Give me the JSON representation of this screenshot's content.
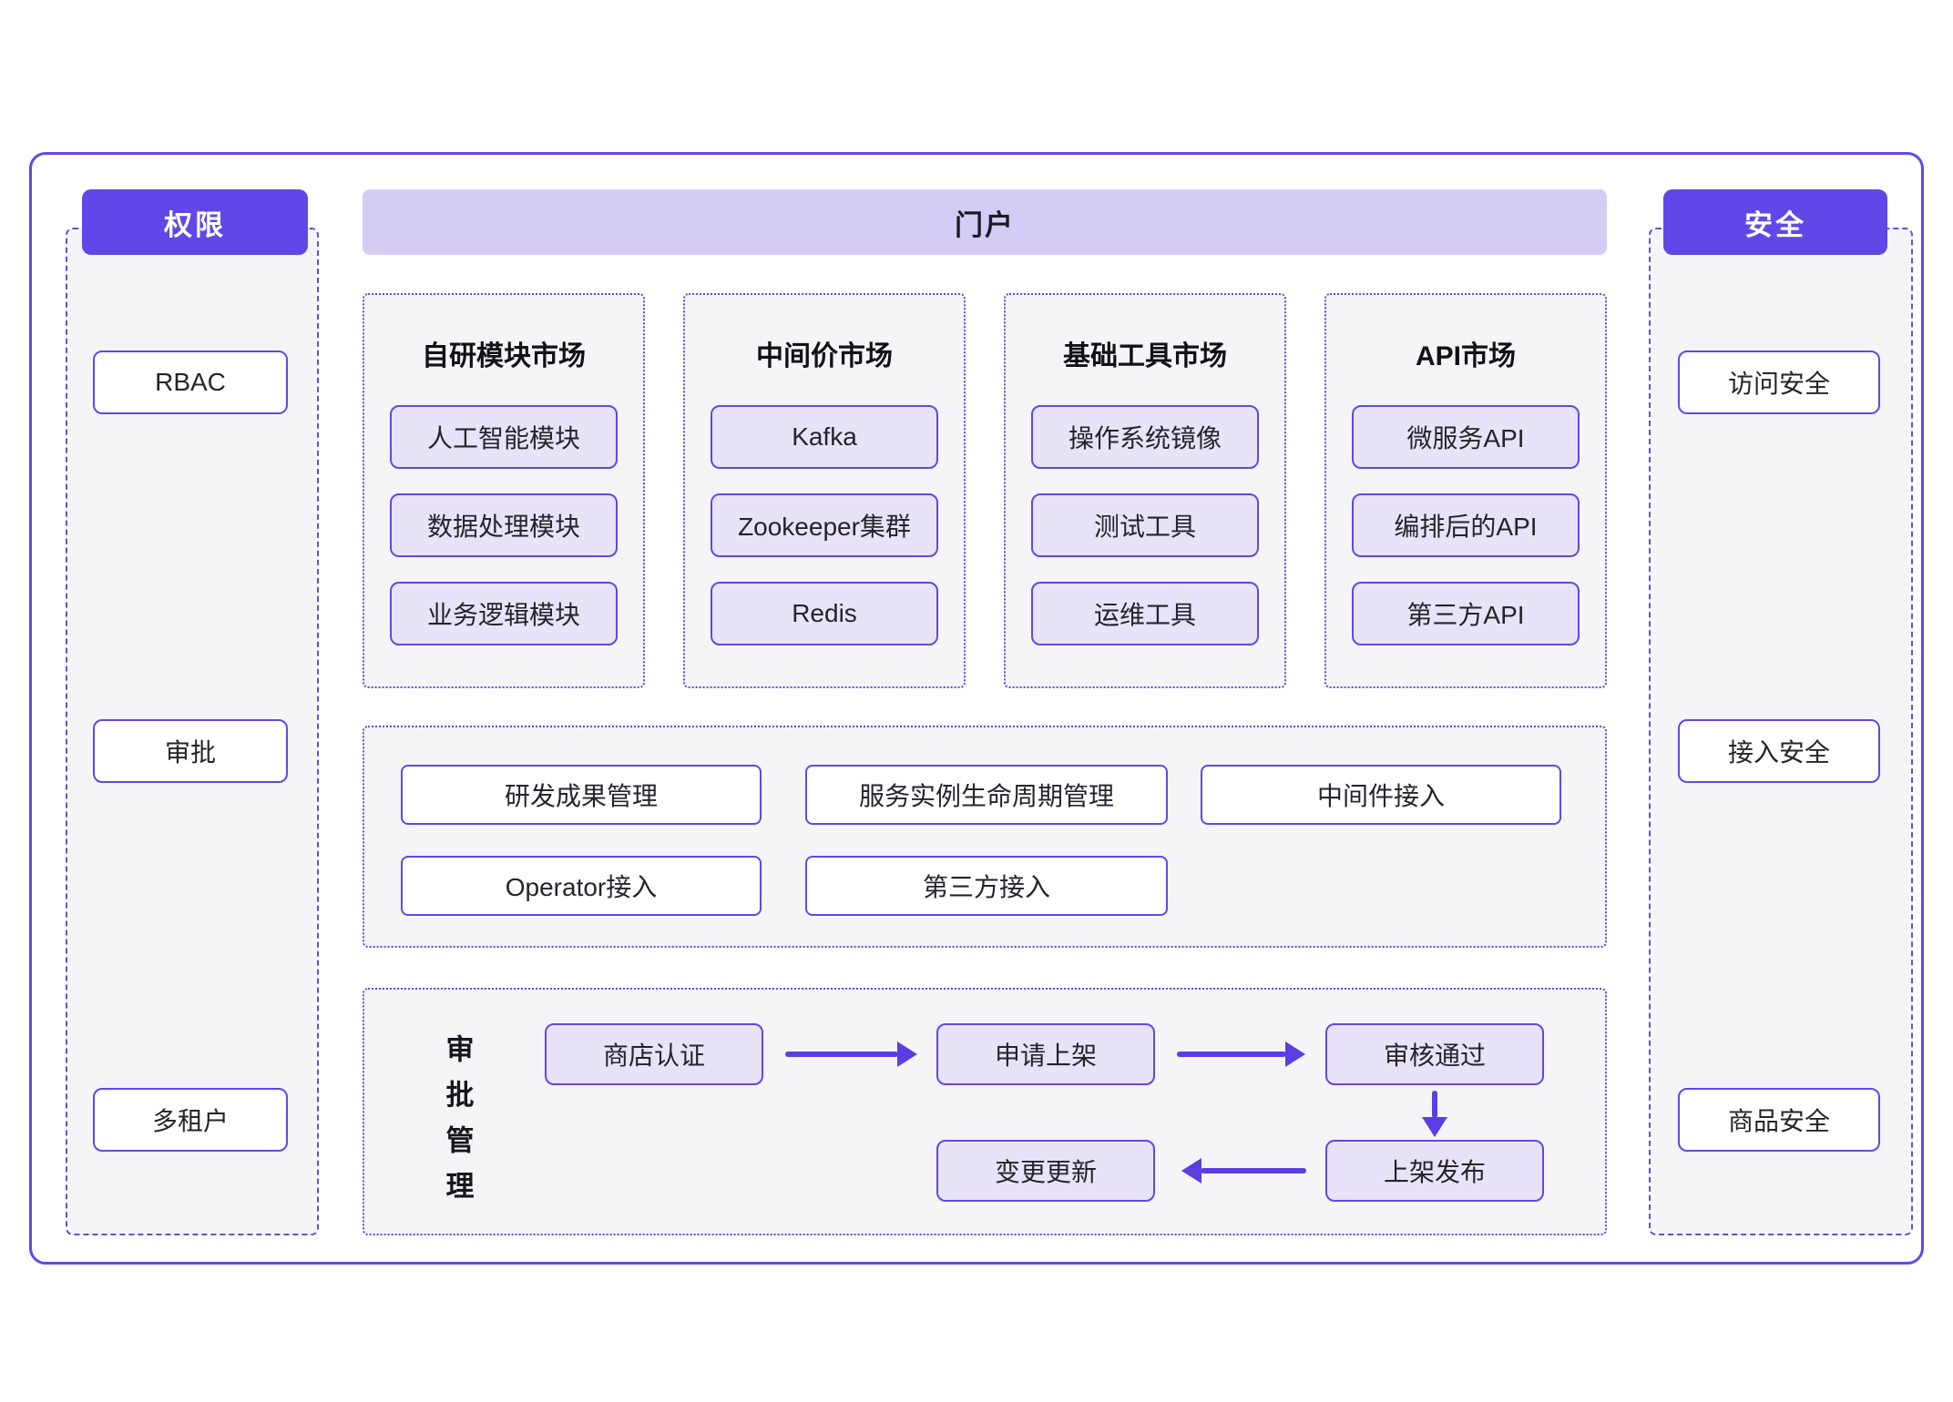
{
  "left_panel": {
    "header": "权限",
    "items": [
      "RBAC",
      "审批",
      "多租户"
    ]
  },
  "portal": {
    "header": "门户",
    "markets": [
      {
        "title": "自研模块市场",
        "items": [
          "人工智能模块",
          "数据处理模块",
          "业务逻辑模块"
        ]
      },
      {
        "title": "中间价市场",
        "items": [
          "Kafka",
          "Zookeeper集群",
          "Redis"
        ]
      },
      {
        "title": "基础工具市场",
        "items": [
          "操作系统镜像",
          "测试工具",
          "运维工具"
        ]
      },
      {
        "title": "API市场",
        "items": [
          "微服务API",
          "编排后的API",
          "第三方API"
        ]
      }
    ],
    "management": {
      "row1": [
        "研发成果管理",
        "服务实例生命周期管理",
        "中间件接入"
      ],
      "row2": [
        "Operator接入",
        "第三方接入"
      ]
    },
    "approval": {
      "label": "审批管理",
      "steps": [
        "商店认证",
        "申请上架",
        "审核通过",
        "上架发布",
        "变更更新"
      ]
    }
  },
  "right_panel": {
    "header": "安全",
    "items": [
      "访问安全",
      "接入安全",
      "商品安全"
    ]
  },
  "icons": {
    "arrow_right": "→",
    "arrow_left": "←",
    "arrow_down": "↓"
  },
  "colors": {
    "accent_purple": "#6247E8",
    "portal_bar": "#D5CCF6",
    "node_fill": "#E9E3F9",
    "panel_bg": "#F5F5F8",
    "dashed_border": "#5A54D6",
    "arrow": "#5B3EE1",
    "text_dark": "#1B1B26"
  }
}
